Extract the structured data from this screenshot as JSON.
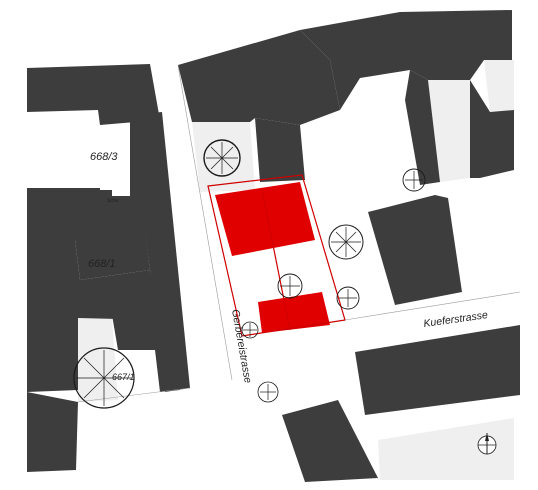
{
  "map": {
    "streets": {
      "gerbereistrasse": "Gerbereistrasse",
      "kueferstrasse": "Kueferstrasse"
    },
    "parcels": {
      "p668_3": "668/3",
      "p668_1": "668/1",
      "p667_1": "667/1",
      "schu": "Schu"
    },
    "north_arrow": "north-arrow-icon",
    "colors": {
      "buildings": "#3d3d3d",
      "highlighted_plots": "#e00000",
      "courtyards": "#efefef",
      "background": "#ffffff"
    }
  }
}
